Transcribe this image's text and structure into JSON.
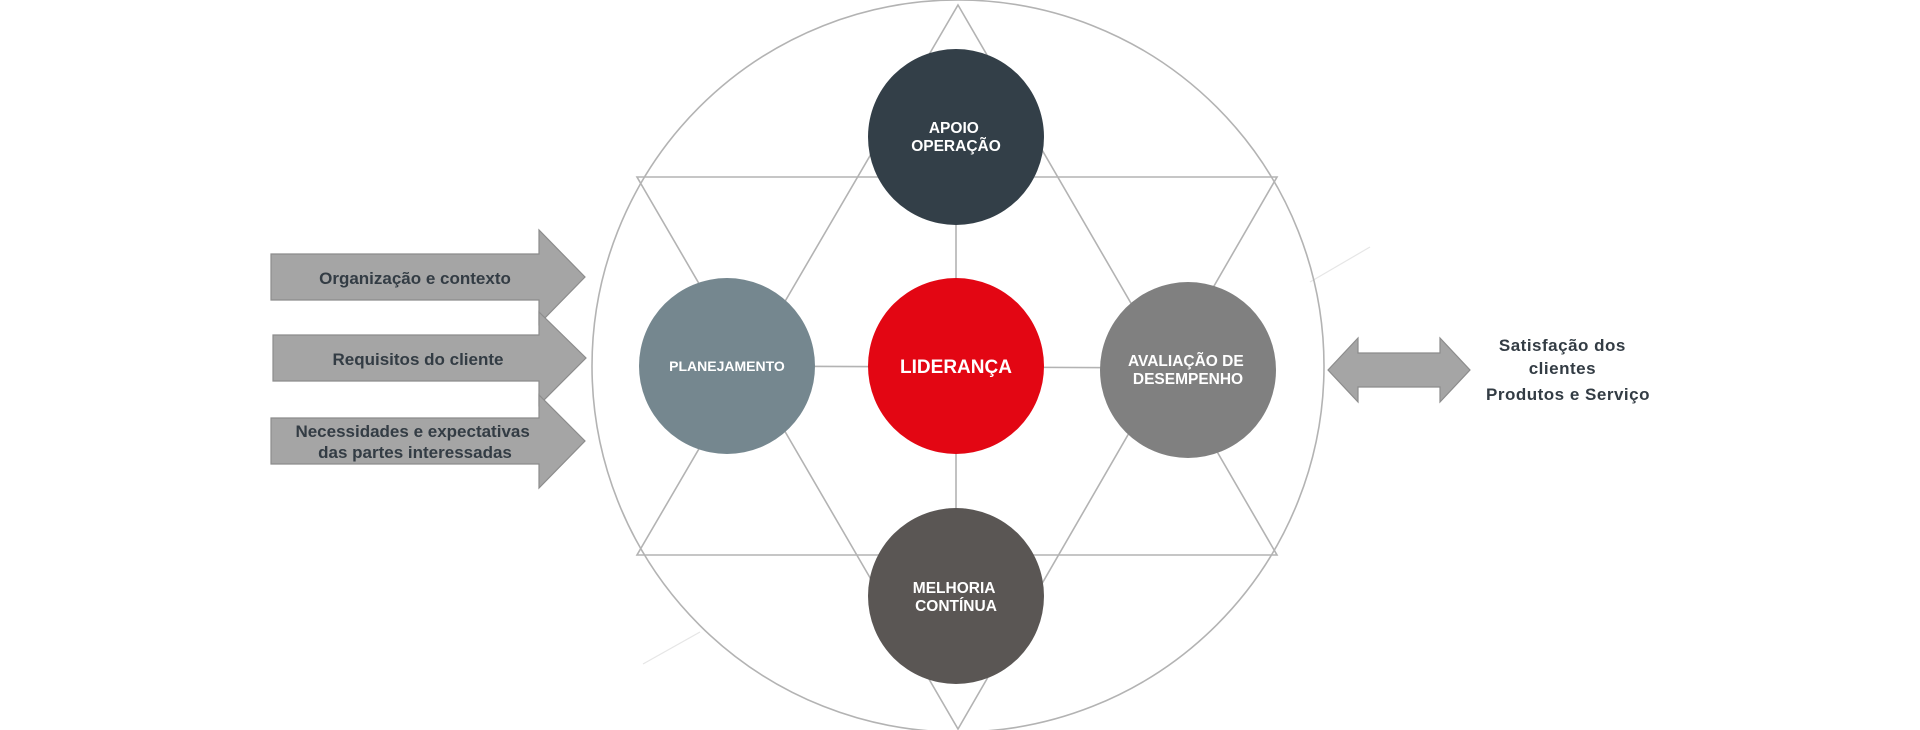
{
  "inputs": [
    {
      "lines": [
        "Organização e contexto"
      ]
    },
    {
      "lines": [
        "Requisitos do cliente"
      ]
    },
    {
      "lines": [
        "Necessidades e expectativas",
        "das partes interessadas"
      ]
    }
  ],
  "nodes": {
    "apoio": {
      "lines": [
        "APOIO",
        "OPERAÇÃO"
      ],
      "color": "#333f48"
    },
    "planejamento": {
      "lines": [
        "PLANEJAMENTO"
      ],
      "color": "#75878f"
    },
    "lideranca": {
      "lines": [
        "LIDERANÇA"
      ],
      "color": "#e30613"
    },
    "avaliacao": {
      "lines": [
        "AVALIAÇÃO DE",
        "DESEMPENHO"
      ],
      "color": "#808080"
    },
    "melhoria": {
      "lines": [
        "MELHORIA",
        "CONTÍNUA"
      ],
      "color": "#5a5654"
    }
  },
  "outputs": {
    "lines": [
      "Satisfação dos",
      "clientes",
      "Produtos e Serviço"
    ]
  },
  "colors": {
    "arrow_fill": "#a5a5a5",
    "arrow_stroke": "#8c8c8c",
    "line": "#b3b3b3",
    "text_dark": "#333c44"
  }
}
